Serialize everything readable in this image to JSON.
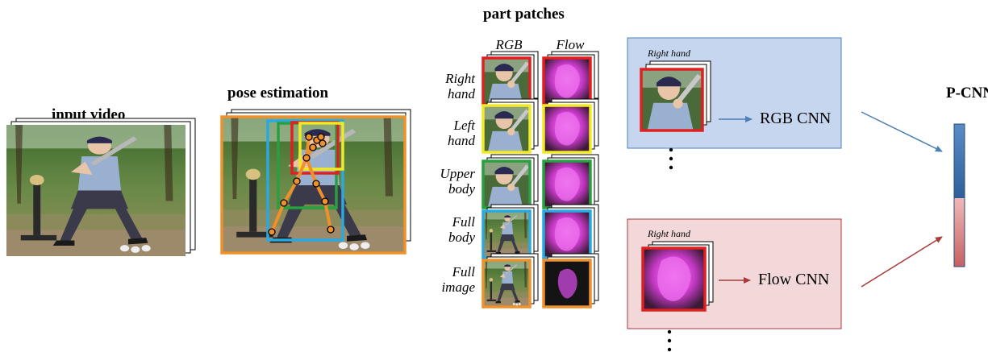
{
  "titles": {
    "input_video": "input video",
    "pose_estimation": "pose estimation",
    "part_patches": "part patches",
    "pcnn": "P-CNN"
  },
  "columns": {
    "rgb": "RGB",
    "flow": "Flow"
  },
  "parts": [
    {
      "line1": "Right",
      "line2": "hand",
      "color": "#e02020"
    },
    {
      "line1": "Left",
      "line2": "hand",
      "color": "#f2ea20"
    },
    {
      "line1": "Upper",
      "line2": "body",
      "color": "#28a040"
    },
    {
      "line1": "Full",
      "line2": "body",
      "color": "#2aa8e0"
    },
    {
      "line1": "Full",
      "line2": "image",
      "color": "#f0902a"
    }
  ],
  "rgb_panel": {
    "patch_label": "Right hand",
    "cnn_label": "RGB CNN",
    "bg": "#c6d6ee"
  },
  "flow_panel": {
    "patch_label": "Right hand",
    "cnn_label": "Flow CNN",
    "bg": "#f2d8d8"
  },
  "colors": {
    "rgb_arrow": "#4a7fb8",
    "flow_arrow": "#a83a3a",
    "pose_skeleton": "#f0902a",
    "flow_magenta": "#d040d0",
    "pcnn_top": "#3f78b8",
    "pcnn_bottom": "#d88888"
  }
}
